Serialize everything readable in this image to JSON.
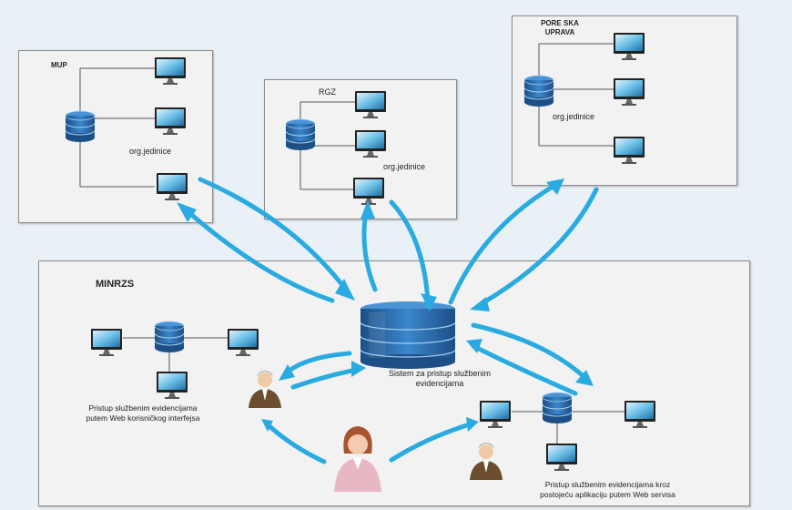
{
  "diagram": {
    "mup_label": "MUP",
    "mup_org": "org.jedinice",
    "rgz_label": "RGZ",
    "rgz_org": "org.jedinice",
    "poreska_line1": "PORE SKA",
    "poreska_line2": "UPRAVA",
    "poreska_org": "org.jedinice",
    "minrzs_label": "MINRZS",
    "system_line1": "Sistem  za pristup službenim",
    "system_line2": "evidencijama",
    "web_ui_line1": "Pristup službenim evidencijama",
    "web_ui_line2": "putem Web korisničkog interfejsa",
    "web_service_line1": "Pristup službenim evidencijama kroz",
    "web_service_line2": "postojeću aplikaciju putem Web servisa"
  },
  "colors": {
    "arrow": "#29abe2",
    "database": "#2e6fb0",
    "box_border": "#8c8c8c",
    "person_pink": "#e8b7c4"
  }
}
